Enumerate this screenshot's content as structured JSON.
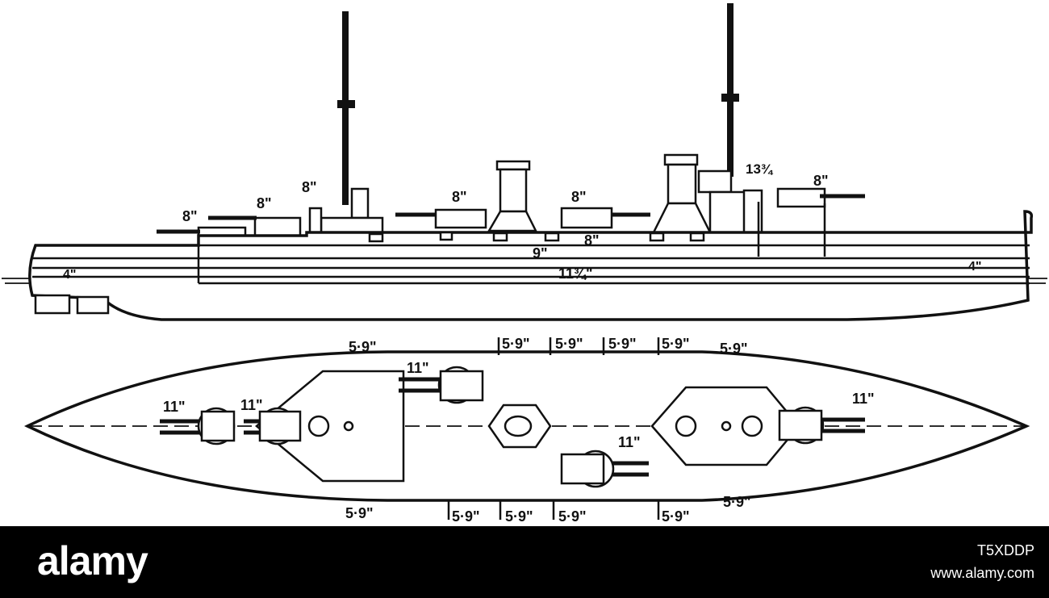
{
  "side_view": {
    "belt_labels": {
      "bow_belt": "4\"",
      "stern_belt": "4\"",
      "main_belt": "11¾\"",
      "upper_belt": "9\"",
      "citadel": "8\""
    },
    "gun_labels": {
      "fwd_low": "8\"",
      "fwd_high": "8\"",
      "fwd_top": "8\"",
      "mid_fwd": "8\"",
      "mid_aft": "8\"",
      "aft": "8\"",
      "conning_tower": "13¾"
    }
  },
  "plan_view": {
    "turret_labels": {
      "fwd_1": "11\"",
      "fwd_2": "11\"",
      "wing_port": "11\"",
      "wing_stbd": "11\"",
      "aft": "11\""
    },
    "casemate_labels": {
      "top": [
        "5·9\"",
        "5·9\"",
        "5·9\"",
        "5·9\"",
        "5·9\"",
        "5·9\""
      ],
      "bottom": [
        "5·9\"",
        "5·9\"",
        "5·9\"",
        "5·9\"",
        "5·9\"",
        "5·9\""
      ]
    }
  },
  "footer": {
    "logo": "alamy",
    "image_code": "T5XDDP",
    "url": "www.alamy.com"
  }
}
